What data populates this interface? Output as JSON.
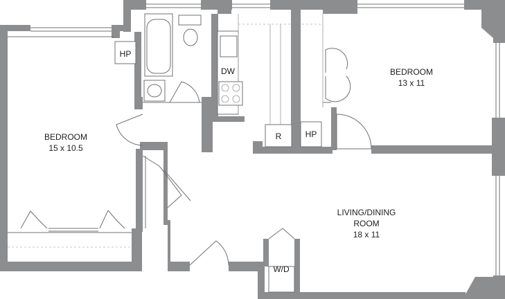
{
  "rooms": {
    "bedroom_left": {
      "name": "BEDROOM",
      "size": "15 x 10.5"
    },
    "bedroom_right": {
      "name": "BEDROOM",
      "size": "13 x 11"
    },
    "living": {
      "name_line1": "LIVING/DINING",
      "name_line2": "ROOM",
      "size": "18 x 11"
    }
  },
  "fixtures": {
    "hp_left": "HP",
    "hp_right": "HP",
    "dishwasher": "DW",
    "refrigerator": "R",
    "washer_dryer": "W/D"
  },
  "colors": {
    "wall": "#8c8d8f",
    "line": "#6f7073",
    "background": "#ffffff"
  }
}
